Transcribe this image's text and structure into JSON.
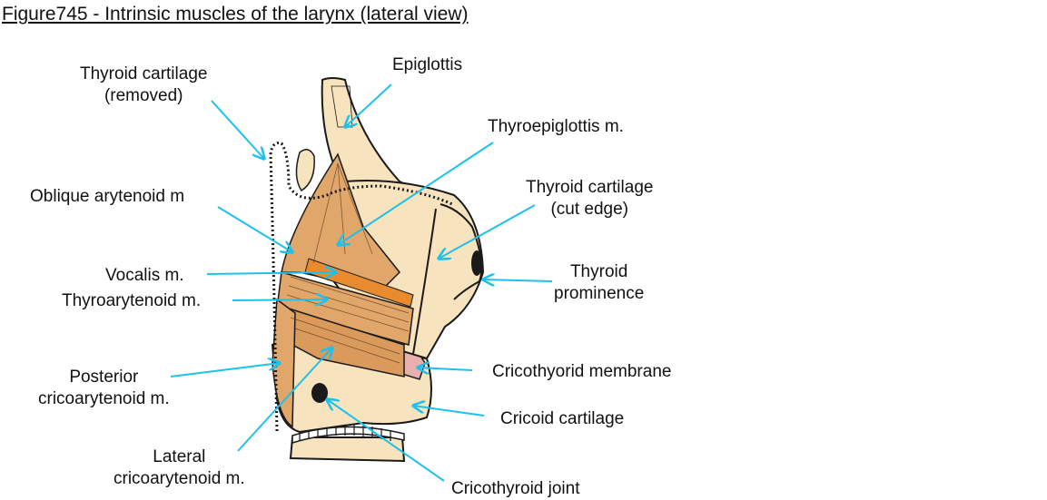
{
  "title": "Figure745 - Intrinsic muscles of the larynx (lateral view)",
  "colors": {
    "leader_line": "#1ec0ee",
    "cartilage": "#f7e3bd",
    "muscle": "#e0a66a",
    "vocalis": "#e88a2e",
    "membrane": "#e8b0ac",
    "outline": "#1a1a1a"
  },
  "labels": {
    "thyroid_removed": [
      "Thyroid cartilage",
      "(removed)"
    ],
    "oblique_arytenoid": [
      "Oblique arytenoid m"
    ],
    "vocalis": [
      "Vocalis m."
    ],
    "thyroarytenoid": [
      "Thyroarytenoid m."
    ],
    "posterior_cricoarytenoid": [
      "Posterior",
      "cricoarytenoid  m."
    ],
    "lateral_cricoarytenoid": [
      "Lateral",
      "cricoarytenoid  m."
    ],
    "epiglottis": [
      "Epiglottis"
    ],
    "thyroepiglottis": [
      "Thyroepiglottis m."
    ],
    "thyroid_cut_edge": [
      "Thyroid cartilage",
      "(cut edge)"
    ],
    "thyroid_prominence": [
      "Thyroid",
      "prominence"
    ],
    "cricothyroid_membrane": [
      "Cricothyorid membrane"
    ],
    "cricoid_cartilage": [
      "Cricoid cartilage"
    ],
    "cricothyroid_joint": [
      "Cricothyroid joint"
    ]
  }
}
